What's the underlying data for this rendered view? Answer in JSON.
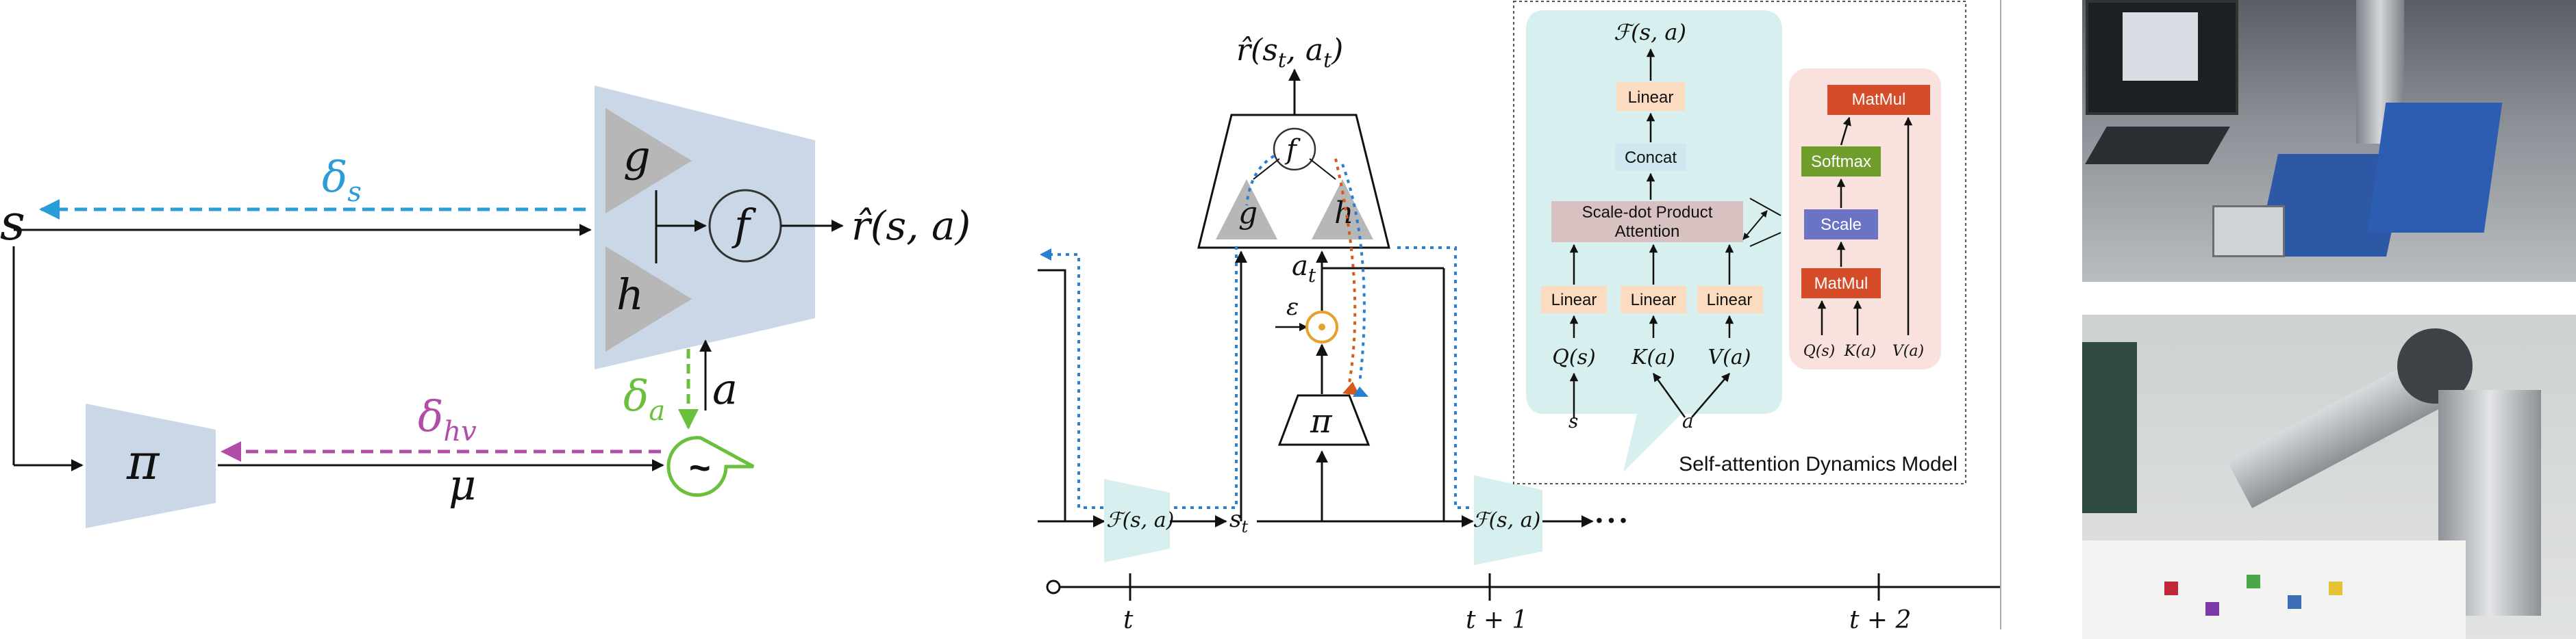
{
  "colors": {
    "block_blue": "#c9d7e6",
    "tri_gray": "#b7b7b7",
    "delta_s": "#2a9dd8",
    "delta_hv": "#b14ca8",
    "delta_a": "#6abf3d",
    "sampler_green": "#6abf3d",
    "attn_mint": "#d7efee",
    "attn_pink": "#f9e2de",
    "linear_box": "#fbdcc1",
    "concat_box": "#cfe8ef",
    "sdpa_box": "#d8c1c1",
    "matmul_box": "#d44c28",
    "softmax_box": "#6f9e2c",
    "scale_box": "#6b73c4",
    "dotted_blue": "#2a7fd0",
    "dotted_orange": "#d45a1e",
    "epsilon_orange": "#e3a22a"
  },
  "left_diagram": {
    "s": "s",
    "g": "g",
    "h": "h",
    "f": "f",
    "r_hat": "r̂(s, a)",
    "a": "a",
    "mu": "μ",
    "pi": "π",
    "tilde": "~",
    "delta_s": "δ",
    "delta_s_sub": "s",
    "delta_hv": "δ",
    "delta_hv_sub": "hv",
    "delta_a": "δ",
    "delta_a_sub": "a"
  },
  "middle_diagram": {
    "r_hat_st_at": "r̂(s",
    "r_hat_sub_t": "t",
    "r_hat_comma": ", a",
    "r_hat_close": ")",
    "f": "f",
    "g": "g",
    "h": "h",
    "a_t": "a",
    "a_t_sub": "t",
    "epsilon": "ε",
    "odot": "⊙",
    "pi": "π",
    "s_t": "s",
    "s_t_sub": "t",
    "dyn_label": "ℱ(s, a)",
    "ellipsis": "• • •",
    "ticks": [
      "t",
      "t + 1",
      "t + 2"
    ]
  },
  "attention_panel": {
    "output": "ℱ(s, a)",
    "linear_top": "Linear",
    "concat": "Concat",
    "sdpa_line1": "Scale-dot Product",
    "sdpa_line2": "Attention",
    "linear_q": "Linear",
    "linear_k": "Linear",
    "linear_v": "Linear",
    "q_label": "Q(s)",
    "k_label": "K(a)",
    "v_label": "V(a)",
    "s_input": "s",
    "a_input": "a",
    "caption": "Self-attention Dynamics Model"
  },
  "sdpa_detail": {
    "matmul_top": "MatMul",
    "softmax": "Softmax",
    "scale": "Scale",
    "matmul_bottom": "MatMul",
    "q_label": "Q(s)",
    "k_label": "K(a)",
    "v_label": "V(a)"
  }
}
